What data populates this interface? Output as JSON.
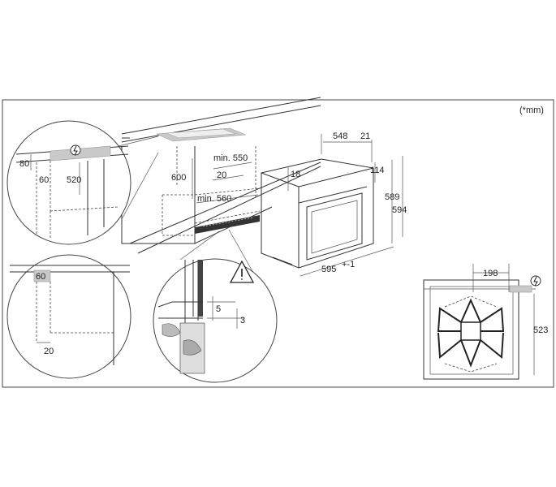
{
  "unit_note": "(*mm)",
  "dimensions": {
    "oven_depth": "548",
    "door_depth": "21",
    "top_offset": "114",
    "oven_height_inner": "589",
    "oven_height_outer": "594",
    "top_gap": "18",
    "oven_width": "595",
    "oven_width_tol": "+-1",
    "cabinet_depth_min": "min. 550",
    "cabinet_width_min": "min. 560",
    "niche_height": "600",
    "cabinet_gap": "20",
    "detail_80": "80",
    "detail_60": "60",
    "detail_520": "520",
    "corner_60": "60",
    "corner_20": "20",
    "shelf_gap_5": "5",
    "shelf_gap_3": "3",
    "back_198": "198",
    "back_523": "523"
  },
  "icons": [
    "power-plug-icon",
    "warning-triangle-icon"
  ]
}
